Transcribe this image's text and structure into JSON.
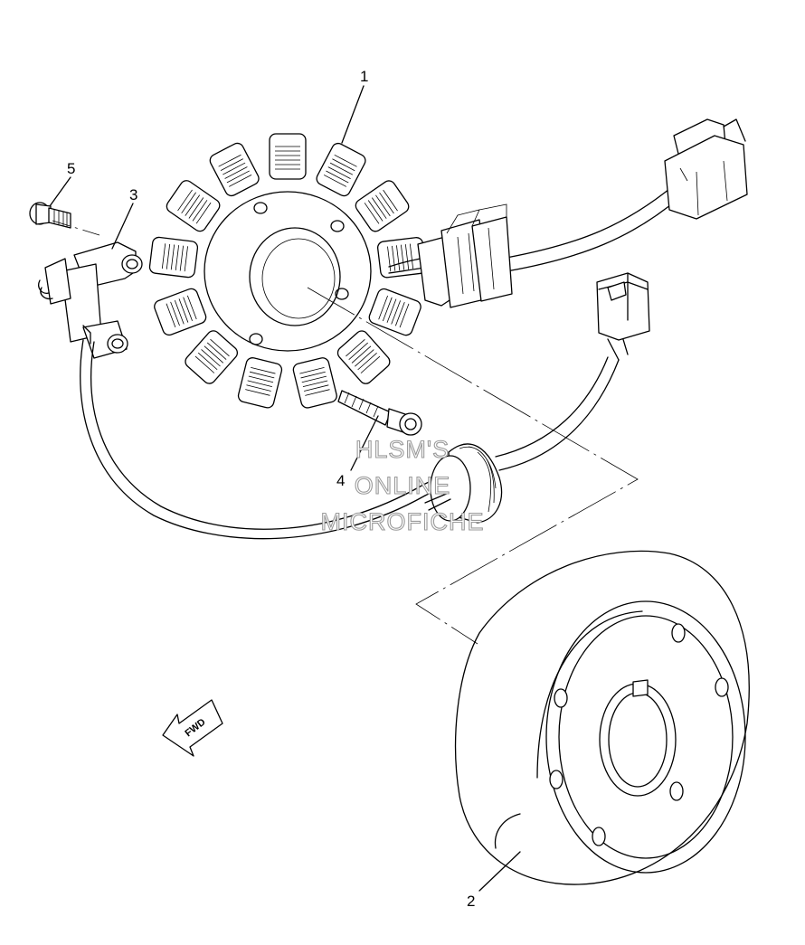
{
  "callouts": [
    "1",
    "2",
    "3",
    "4",
    "5"
  ],
  "direction_label": "FWD",
  "watermark": {
    "line1": "HLSM'S",
    "line2": "ONLINE",
    "line3": "MICROFICHE"
  }
}
